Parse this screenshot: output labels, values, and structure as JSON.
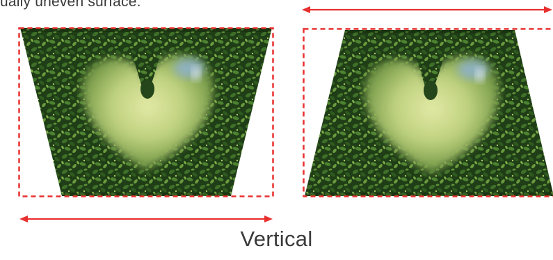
{
  "intro_text": "ually uneven surface.",
  "caption": "Vertical",
  "colors": {
    "accent_red": "#e8302f",
    "text": "#3a3a3a",
    "foliage_dark": "#1d3a14",
    "foliage_mid": "#3c6a25",
    "background_green": "#c5d68a",
    "sky_blue": "#8fb2cf"
  },
  "panels": [
    {
      "name": "left-panel",
      "shape": "trapezoid-wide-top"
    },
    {
      "name": "right-panel",
      "shape": "trapezoid-wide-bottom"
    }
  ]
}
